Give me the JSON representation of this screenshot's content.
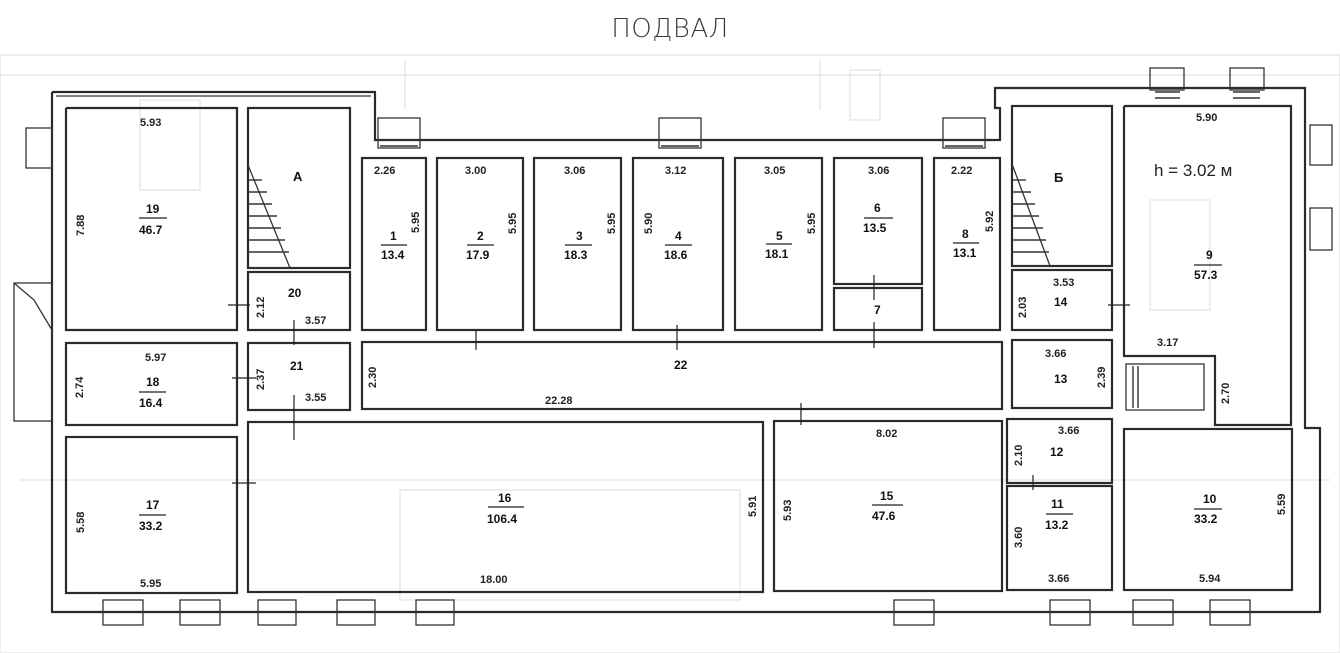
{
  "title": "ПОДВАЛ",
  "ceiling_height": "h = 3.02 м",
  "rooms": {
    "A": {
      "label": "А"
    },
    "B": {
      "label": "Б"
    },
    "r1": {
      "num": "1",
      "area": "13.4",
      "w": "2.26",
      "h": "5.95"
    },
    "r2": {
      "num": "2",
      "area": "17.9",
      "w": "3.00",
      "h": "5.95"
    },
    "r3": {
      "num": "3",
      "area": "18.3",
      "w": "3.06",
      "h": "5.95"
    },
    "r4": {
      "num": "4",
      "area": "18.6",
      "w": "3.12",
      "h": "5.90"
    },
    "r5": {
      "num": "5",
      "area": "18.1",
      "w": "3.05",
      "h": "5.95"
    },
    "r6": {
      "num": "6",
      "area": "13.5",
      "w": "3.06"
    },
    "r7": {
      "num": "7"
    },
    "r8": {
      "num": "8",
      "area": "13.1",
      "w": "2.22",
      "h": "5.92"
    },
    "r9": {
      "num": "9",
      "area": "57.3",
      "w": "5.90",
      "w2": "3.17",
      "h2": "2.70"
    },
    "r10": {
      "num": "10",
      "area": "33.2",
      "w": "5.94",
      "h": "5.59"
    },
    "r11": {
      "num": "11",
      "area": "13.2",
      "w": "3.66",
      "h": "3.60"
    },
    "r12": {
      "num": "12",
      "w": "3.66",
      "h": "2.10"
    },
    "r13": {
      "num": "13",
      "w": "3.66",
      "h": "2.39"
    },
    "r14": {
      "num": "14",
      "w": "3.53",
      "h": "2.03"
    },
    "r15": {
      "num": "15",
      "area": "47.6",
      "w": "8.02",
      "h": "5.93"
    },
    "r16": {
      "num": "16",
      "area": "106.4",
      "w": "18.00",
      "h": "5.91"
    },
    "r17": {
      "num": "17",
      "area": "33.2",
      "w": "5.95",
      "h": "5.58"
    },
    "r18": {
      "num": "18",
      "area": "16.4",
      "w": "5.97",
      "h": "2.74"
    },
    "r19": {
      "num": "19",
      "area": "46.7",
      "w": "5.93",
      "h": "7.88"
    },
    "r20": {
      "num": "20",
      "w": "3.57",
      "h": "2.12"
    },
    "r21": {
      "num": "21",
      "w": "3.55",
      "h": "2.37"
    },
    "r22": {
      "num": "22",
      "w": "22.28",
      "h": "2.30"
    }
  }
}
